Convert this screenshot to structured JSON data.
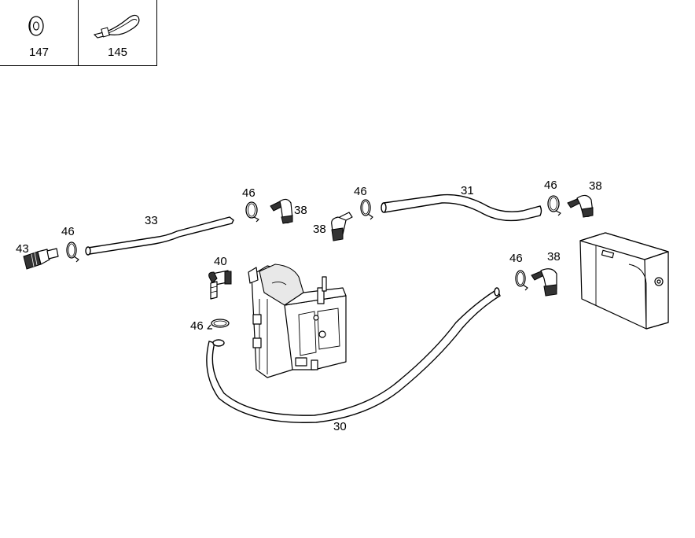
{
  "legend": {
    "items": [
      {
        "label": "147",
        "icon": "washer-icon"
      },
      {
        "label": "145",
        "icon": "cable-tie-icon"
      }
    ]
  },
  "callouts": {
    "p30": "30",
    "p31": "31",
    "p33": "33",
    "p38a": "38",
    "p38b": "38",
    "p38c": "38",
    "p38d": "38",
    "p40": "40",
    "p43": "43",
    "p46a": "46",
    "p46b": "46",
    "p46c": "46",
    "p46d": "46",
    "p46e": "46",
    "p46f": "46"
  }
}
